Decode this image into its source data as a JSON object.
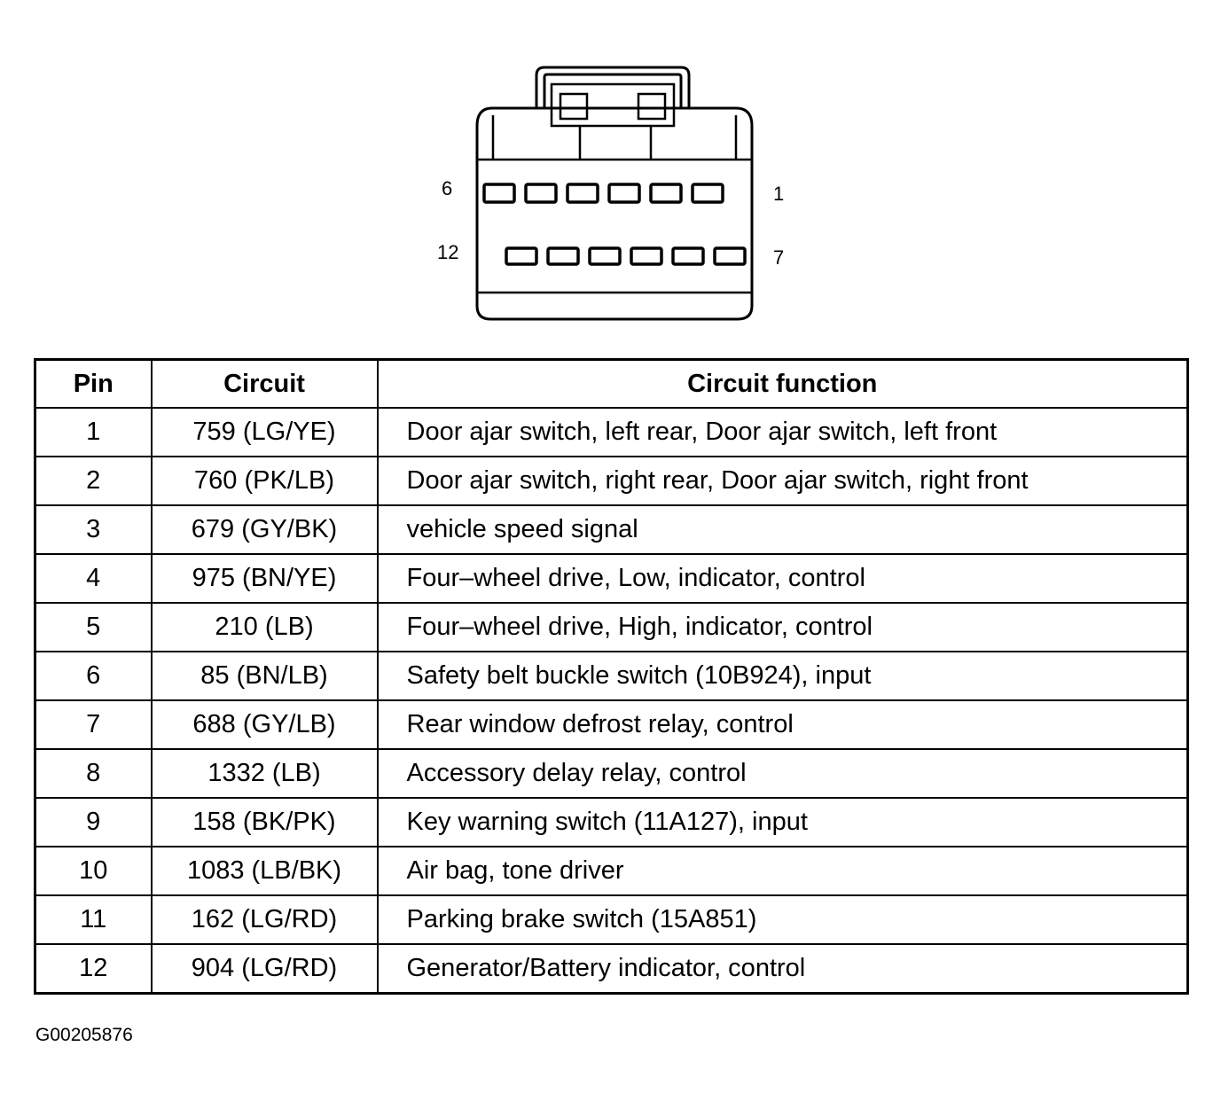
{
  "connector": {
    "pin_labels": {
      "top_left": "6",
      "top_right": "1",
      "bottom_left": "12",
      "bottom_right": "7"
    },
    "top_row_cavities": 6,
    "bottom_row_cavities": 6
  },
  "table": {
    "headers": {
      "pin": "Pin",
      "circuit": "Circuit",
      "function": "Circuit function"
    },
    "rows": [
      {
        "pin": "1",
        "circuit": "759 (LG/YE)",
        "function": "Door ajar switch, left rear, Door ajar switch, left front"
      },
      {
        "pin": "2",
        "circuit": "760 (PK/LB)",
        "function": "Door ajar switch, right rear, Door ajar switch, right front"
      },
      {
        "pin": "3",
        "circuit": "679 (GY/BK)",
        "function": "vehicle speed signal"
      },
      {
        "pin": "4",
        "circuit": "975 (BN/YE)",
        "function": "Four–wheel drive, Low, indicator, control"
      },
      {
        "pin": "5",
        "circuit": "210 (LB)",
        "function": "Four–wheel drive, High, indicator, control"
      },
      {
        "pin": "6",
        "circuit": "85 (BN/LB)",
        "function": "Safety belt buckle switch (10B924), input"
      },
      {
        "pin": "7",
        "circuit": "688 (GY/LB)",
        "function": "Rear window defrost relay, control"
      },
      {
        "pin": "8",
        "circuit": "1332 (LB)",
        "function": "Accessory delay relay, control"
      },
      {
        "pin": "9",
        "circuit": "158 (BK/PK)",
        "function": "Key warning switch (11A127), input"
      },
      {
        "pin": "10",
        "circuit": "1083 (LB/BK)",
        "function": "Air bag, tone driver"
      },
      {
        "pin": "11",
        "circuit": "162 (LG/RD)",
        "function": "Parking brake switch (15A851)"
      },
      {
        "pin": "12",
        "circuit": "904 (LG/RD)",
        "function": "Generator/Battery indicator, control"
      }
    ]
  },
  "figure_id": "G00205876"
}
